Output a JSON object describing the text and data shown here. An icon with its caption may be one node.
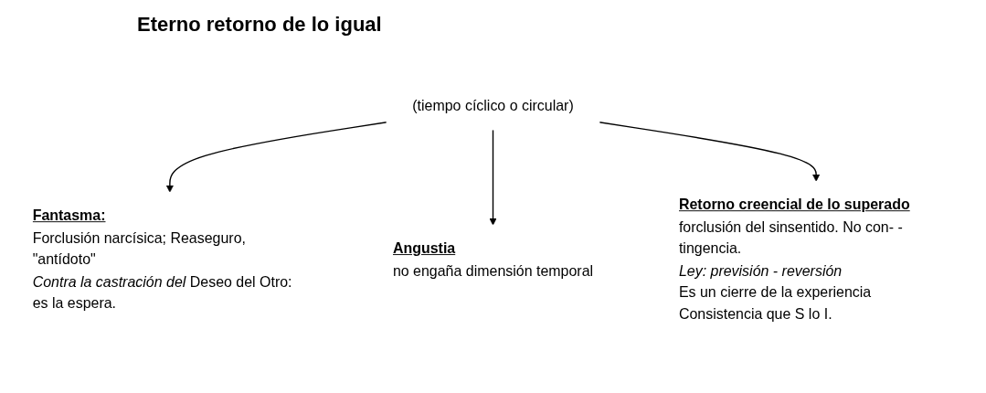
{
  "diagram": {
    "title": "Eterno retorno de lo igual",
    "nodes": [
      {
        "text": [
          "(tiempo cíclico o circular)"
        ]
      },
      {
        "text": [
          "Fantasma:",
          "Forclusión narcísica; Reaseguro, \"antídoto\"",
          "*Contra la castración del* Deseo del Otro: es la espera."
        ]
      },
      {
        "text": [
          "Angustia",
          "no engaña dimensión temporal"
        ]
      },
      {
        "text": [
          "Retorno creencial de lo superado",
          "forclusión del sinsentido. No con- -tingencia.",
          "*Ley: previsión - reversión*",
          "Es un cierre de la experiencia Consistencia que S lo I."
        ]
      }
    ],
    "edges": [
      {
        "from": 0,
        "to": 1,
        "arrow": "to"
      },
      {
        "from": 0,
        "to": 2,
        "arrow": "to"
      },
      {
        "from": 0,
        "to": 3,
        "arrow": "to"
      }
    ]
  }
}
